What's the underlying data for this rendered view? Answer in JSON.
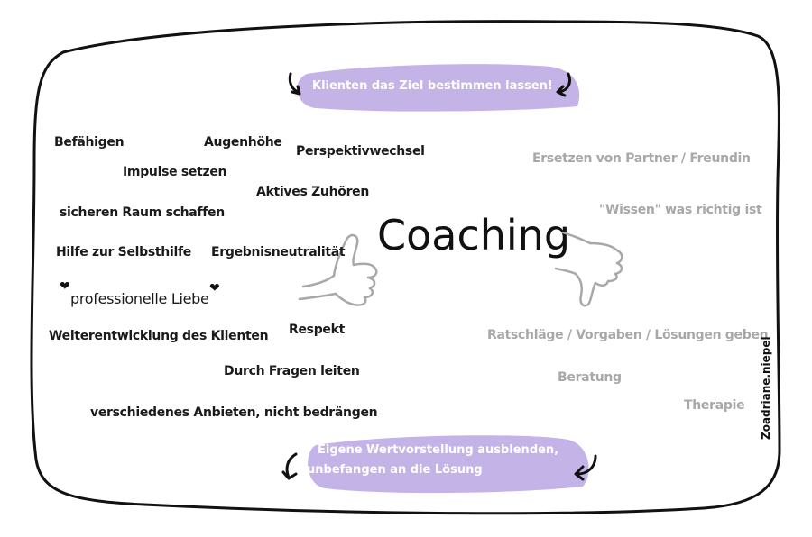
{
  "title": "Coaching",
  "top_banner": "Klienten das Ziel bestimmen lassen!",
  "bottom_banner": {
    "line1": "Eigene Wertvorstellung ausblenden,",
    "line2": "unbefangen an die Lösung"
  },
  "positive_items": {
    "befaehigen": "Befähigen",
    "augenhoehe": "Augenhöhe",
    "perspektivwechsel": "Perspektivwechsel",
    "impulse": "Impulse setzen",
    "zuhoeren": "Aktives Zuhören",
    "raum": "sicheren Raum schaffen",
    "selbsthilfe": "Hilfe zur Selbsthilfe",
    "ergebnis": "Ergebnisneutralität",
    "liebe": "professionelle Liebe",
    "weiterentwicklung": "Weiterentwicklung des Klienten",
    "respekt": "Respekt",
    "fragen": "Durch Fragen leiten",
    "anbieten": "verschiedenes Anbieten, nicht bedrängen"
  },
  "negative_items": {
    "ersetzen": "Ersetzen von Partner / Freundin",
    "wissen": "\"Wissen\" was richtig ist",
    "ratschlaege": "Ratschläge / Vorgaben / Lösungen geben",
    "beratung": "Beratung",
    "therapie": "Therapie"
  },
  "watermark": "Zoadriane.niepel",
  "colors": {
    "banner": "#c4b3e6",
    "positive_text": "#1a1a1a",
    "negative_text": "#a8a8a8",
    "frame": "#111111"
  },
  "icons": [
    "thumbs-up-icon",
    "thumbs-down-icon",
    "curved-arrow-icon",
    "heart-icon"
  ]
}
